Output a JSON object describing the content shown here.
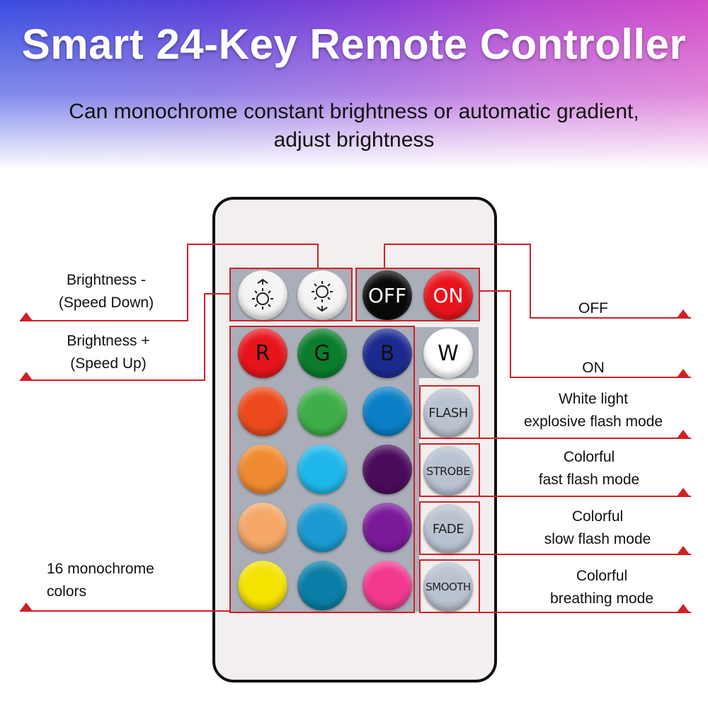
{
  "header": {
    "title": "Smart 24-Key Remote Controller",
    "subtitle_line1": "Can monochrome constant brightness or automatic gradient,",
    "subtitle_line2": "adjust brightness"
  },
  "buttons": {
    "off": "OFF",
    "on": "ON",
    "r": "R",
    "g": "G",
    "b": "B",
    "w": "W",
    "flash": "FLASH",
    "strobe": "STROBE",
    "fade": "FADE",
    "smooth": "SMOOTH"
  },
  "callouts": {
    "brightness_minus_1": "Brightness -",
    "brightness_minus_2": "(Speed Down)",
    "brightness_plus_1": "Brightness +",
    "brightness_plus_2": "(Speed Up)",
    "off": "OFF",
    "on": "ON",
    "flash_1": "White light",
    "flash_2": "explosive flash mode",
    "strobe_1": "Colorful",
    "strobe_2": "fast flash mode",
    "fade_1": "Colorful",
    "fade_2": "slow flash mode",
    "smooth_1": "Colorful",
    "smooth_2": "breathing mode",
    "colors_1": "16 monochrome",
    "colors_2": "colors"
  },
  "colors": {
    "accent_red": "#d21f26",
    "row1": [
      "#e8141c",
      "#0a7d2c",
      "#1c2a8f",
      "#ffffff"
    ],
    "row2": [
      "#ec4a1c",
      "#3fae48",
      "#0b7fc7"
    ],
    "row3": [
      "#f08a32",
      "#1fb7ea",
      "#4b0b5c"
    ],
    "row4": [
      "#f5a868",
      "#1a9ad0",
      "#7a1a9a"
    ],
    "row5": [
      "#f4e200",
      "#0a7ea6",
      "#f2398f"
    ]
  }
}
